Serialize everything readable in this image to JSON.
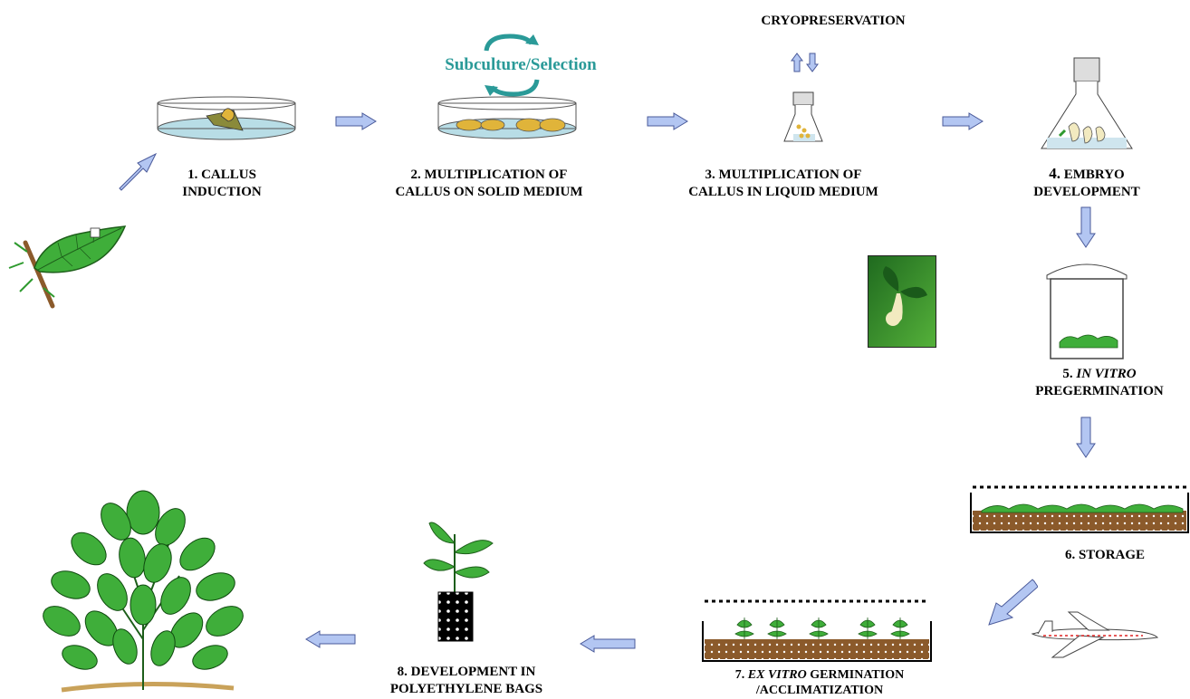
{
  "steps": {
    "s1": {
      "line1": "1. CALLUS",
      "line2": "INDUCTION"
    },
    "s2": {
      "line1": "2. MULTIPLICATION OF",
      "line2": "CALLUS ON SOLID MEDIUM"
    },
    "s3": {
      "line1": "3. MULTIPLICATION OF",
      "line2": "CALLUS IN LIQUID MEDIUM"
    },
    "s4": {
      "num": "4.",
      "line1": " EMBRYO",
      "line2": "DEVELOPMENT"
    },
    "s5": {
      "num": "5. ",
      "italic": "IN VITRO",
      "line2": "PREGERMINATION"
    },
    "s6": {
      "line1": "6. STORAGE"
    },
    "s7": {
      "num": "7. ",
      "italic": "EX VITRO",
      "rest": " GERMINATION",
      "line2": "/ACCLIMATIZATION"
    },
    "s8": {
      "line1": "8. DEVELOPMENT IN",
      "line2": "POLYETHYLENE  BAGS"
    }
  },
  "cryopreservation": "CRYOPRESERVATION",
  "subculture": "Subculture/Selection",
  "colors": {
    "arrow_fill": "#b3c6f2",
    "arrow_stroke": "#4a5a9a",
    "teal": "#2a9a98",
    "leaf": "#2e9a2e",
    "soil": "#8b5a2b",
    "callus": "#e0b43a",
    "medium": "#b8dde6"
  }
}
